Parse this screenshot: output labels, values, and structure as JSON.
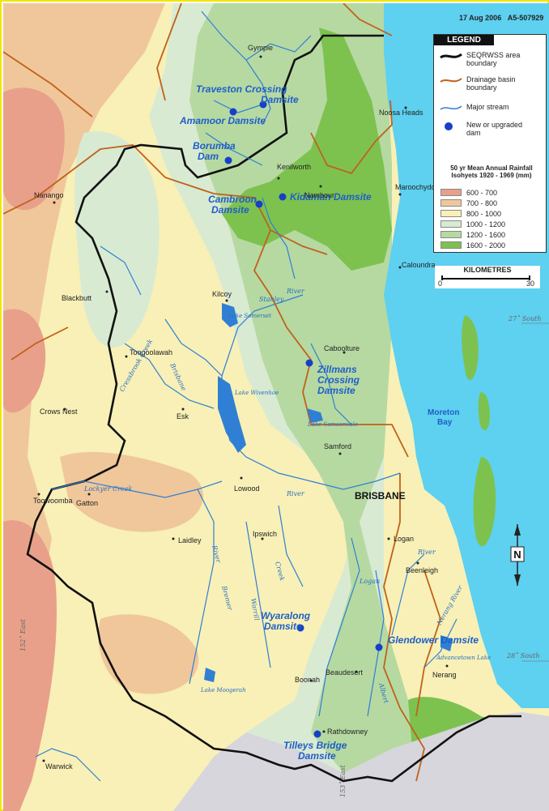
{
  "header": {
    "date": "17 Aug 2006",
    "ref": "A5-507929"
  },
  "legend": {
    "title": "LEGEND",
    "items": [
      {
        "label": "SEQRWSS area boundary",
        "color": "#111111"
      },
      {
        "label": "Drainage basin boundary",
        "color": "#c0621a"
      },
      {
        "label": "Major stream",
        "color": "#2f7fd4"
      },
      {
        "label": "New or upgraded dam",
        "color": "#1740c8"
      }
    ],
    "rainfall_title": "50 yr Mean Annual Rainfall Isohyets 1920 - 1969 (mm)",
    "rainfall_classes": [
      {
        "label": "600 - 700",
        "color": "#e8a08a"
      },
      {
        "label": "700 - 800",
        "color": "#f0c79a"
      },
      {
        "label": "800 - 1000",
        "color": "#f8f0b6"
      },
      {
        "label": "1000 - 1200",
        "color": "#d9ead2"
      },
      {
        "label": "1200 - 1600",
        "color": "#b6d9a2"
      },
      {
        "label": "1600 - 2000",
        "color": "#7dc24f"
      }
    ]
  },
  "scale": {
    "title": "KILOMETRES",
    "min": "0",
    "max": "30"
  },
  "north": {
    "letter": "N"
  },
  "dams": [
    {
      "name": "Traveston Crossing Damsite",
      "line1": "Traveston Crossing",
      "line2": "Damsite"
    },
    {
      "name": "Amamoor Damsite",
      "line1": "Amamoor Damsite",
      "line2": ""
    },
    {
      "name": "Borumba Dam",
      "line1": "Borumba",
      "line2": "Dam"
    },
    {
      "name": "Cambroon Damsite",
      "line1": "Cambroon",
      "line2": "Damsite"
    },
    {
      "name": "Kidaman Damsite",
      "line1": "Kidaman Damsite",
      "line2": ""
    },
    {
      "name": "Zillmans Crossing Damsite",
      "line1": "Zillmans",
      "line2": "Crossing",
      "line3": "Damsite"
    },
    {
      "name": "Wyaralong Damsite",
      "line1": "Wyaralong",
      "line2": "Damsite"
    },
    {
      "name": "Glendower Damsite",
      "line1": "Glendower Damsite",
      "line2": ""
    },
    {
      "name": "Tilleys Bridge Damsite",
      "line1": "Tilleys Bridge",
      "line2": "Damsite"
    }
  ],
  "towns": [
    "Gympie",
    "Noosa Heads",
    "Kenilworth",
    "Nambour",
    "Maroochydore",
    "Nanango",
    "Caloundra",
    "Blackbutt",
    "Kilcoy",
    "Toogoolawah",
    "Caboolture",
    "Crows Nest",
    "Esk",
    "Samford",
    "Lowood",
    "Toowoomba",
    "Gatton",
    "Laidley",
    "Ipswich",
    "Logan",
    "Beenleigh",
    "Boonah",
    "Beaudesert",
    "Nerang",
    "Rathdowney",
    "Warwick"
  ],
  "city": "BRISBANE",
  "water": {
    "bay": [
      "Moreton",
      "Bay"
    ],
    "lakes": [
      "Lake Somerset",
      "Lake Wivenhoe",
      "Lake Samsonvale",
      "Lake Moogerah",
      "Advancetown Lake"
    ],
    "rivers": [
      "Stanley",
      "River",
      "Brisbane",
      "Lockyer Creek",
      "River",
      "Logan",
      "River",
      "Bremer",
      "River",
      "Warrill",
      "Creek",
      "Cressbrook Creek",
      "Nerang River",
      "Albert"
    ]
  },
  "grid": {
    "lat27": "27˚ South",
    "lat28": "28˚ South",
    "lon152": "152˚ East",
    "lon153": "153˚ East"
  }
}
